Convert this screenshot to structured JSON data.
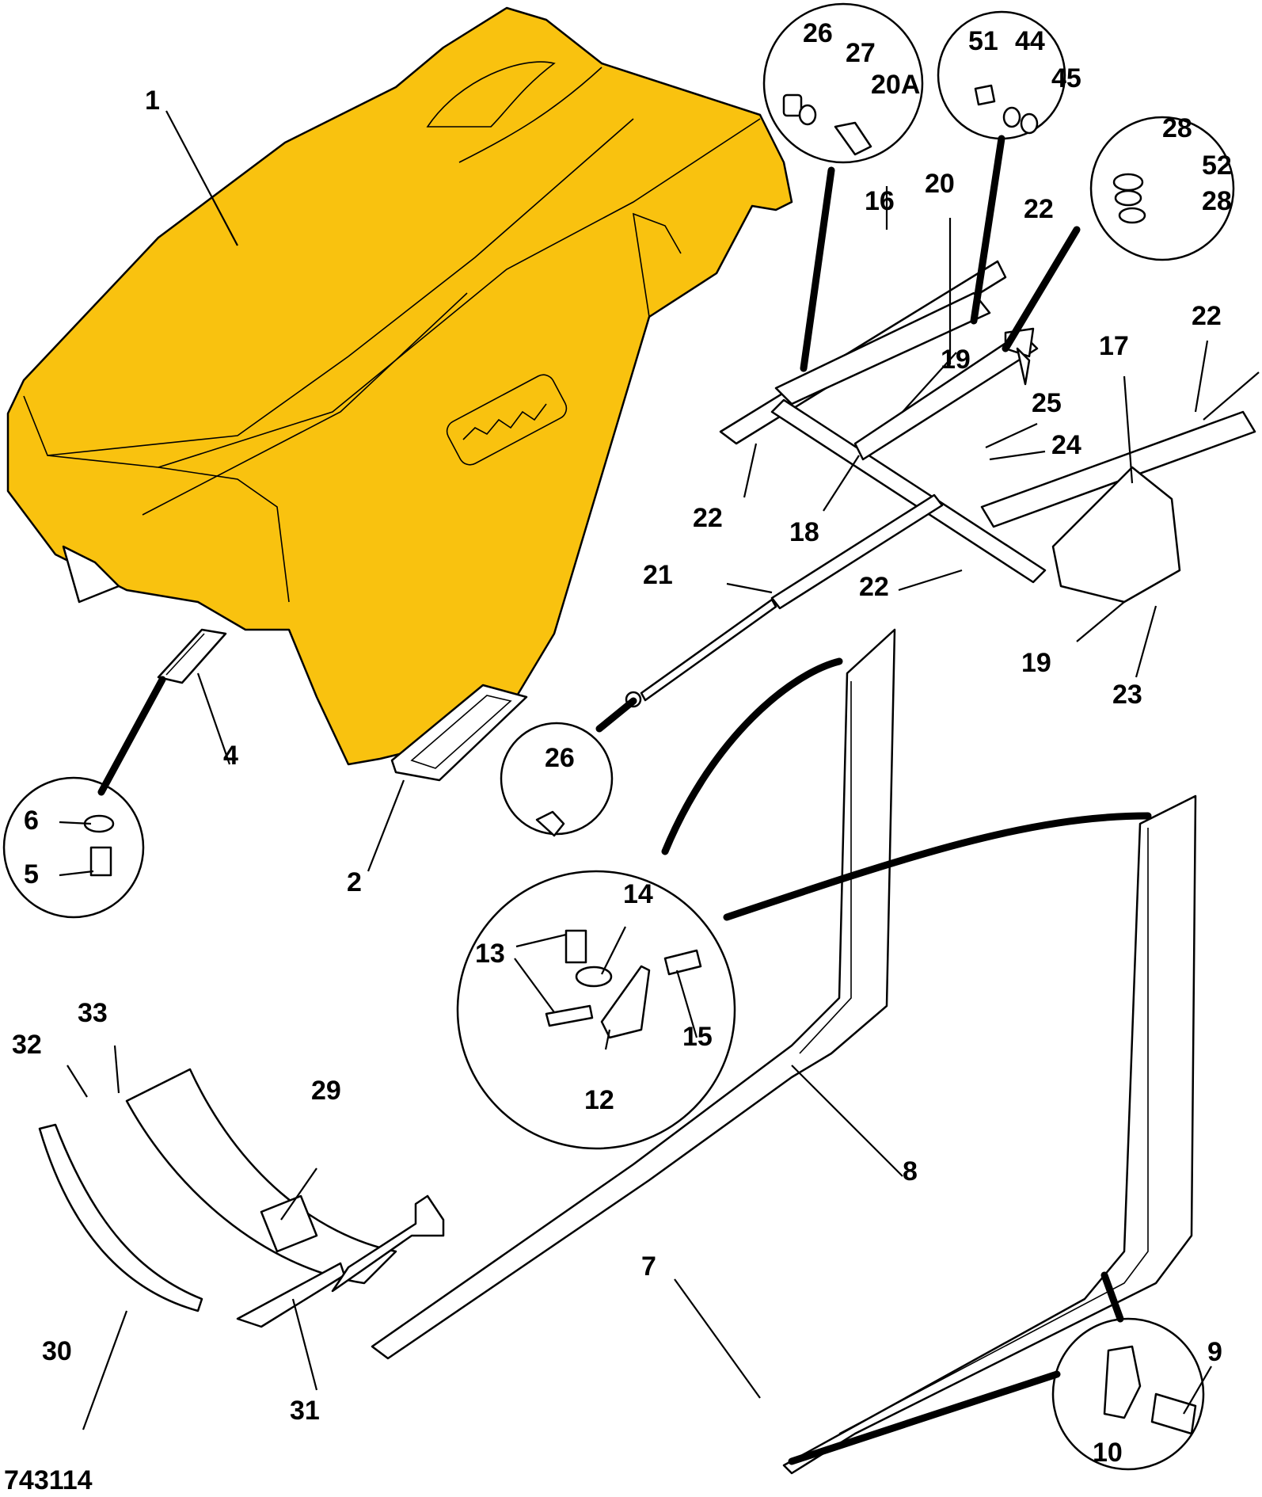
{
  "reference_number": "743114",
  "colors": {
    "highlight": "#F9C20F",
    "line": "#000000",
    "background": "#FFFFFF"
  },
  "labels": {
    "l1": "1",
    "l2": "2",
    "l4": "4",
    "l5": "5",
    "l6": "6",
    "l7": "7",
    "l8": "8",
    "l9": "9",
    "l10": "10",
    "l12": "12",
    "l13": "13",
    "l14": "14",
    "l15": "15",
    "l16": "16",
    "l17": "17",
    "l18": "18",
    "l19a": "19",
    "l19b": "19",
    "l20": "20",
    "l20a": "20A",
    "l21": "21",
    "l22a": "22",
    "l22b": "22",
    "l22c": "22",
    "l22d": "22",
    "l23": "23",
    "l24": "24",
    "l25": "25",
    "l26a": "26",
    "l26b": "26",
    "l27": "27",
    "l28a": "28",
    "l28b": "28",
    "l29": "29",
    "l30": "30",
    "l31": "31",
    "l32": "32",
    "l33": "33",
    "l44": "44",
    "l45": "45",
    "l51": "51",
    "l52": "52"
  }
}
